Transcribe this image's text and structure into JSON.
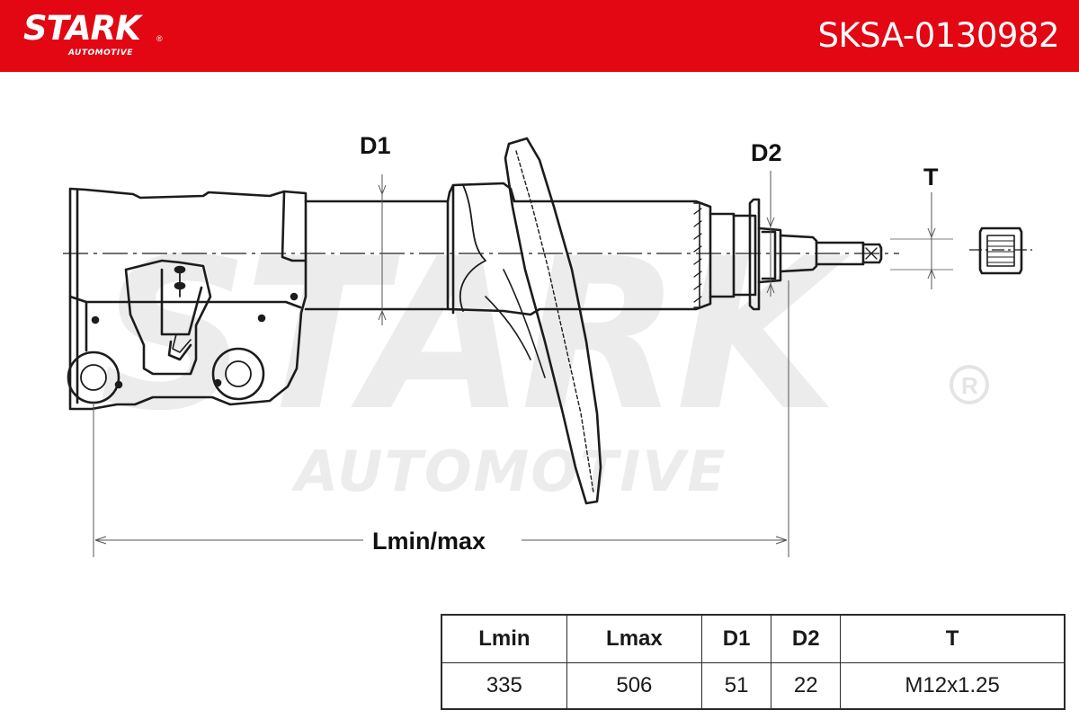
{
  "brand": {
    "name": "STARK",
    "tagline": "AUTOMOTIVE",
    "registered_mark": "®",
    "color": "#e30613"
  },
  "part_number": "SKSA-0130982",
  "drawing": {
    "labels": {
      "d1": "D1",
      "d2": "D2",
      "t": "T",
      "length": "Lmin/max"
    }
  },
  "spec_table": {
    "headers": [
      "Lmin",
      "Lmax",
      "D1",
      "D2",
      "T"
    ],
    "values": [
      "335",
      "506",
      "51",
      "22",
      "M12x1.25"
    ]
  }
}
